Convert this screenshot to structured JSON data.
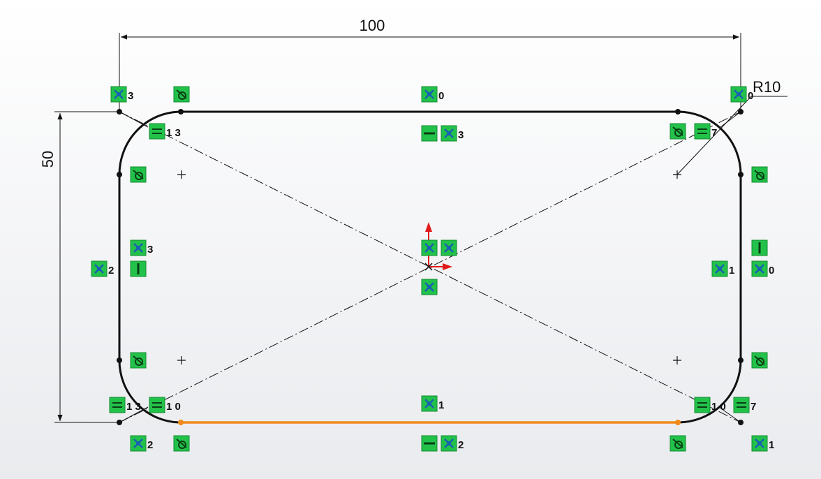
{
  "colors": {
    "geometry": "#111111",
    "selected": "#f08a1c",
    "relation_bg": "#22c24a",
    "relation_border": "#138a30",
    "axis_red": "#e01b1b"
  },
  "dimensions": {
    "width": "100",
    "height": "50",
    "radius": "R10"
  },
  "relations": {
    "tl_corner": "3",
    "tl_tangent": "1 3",
    "top_mid": "0",
    "top_mid_2": "3",
    "tr_corner": "0",
    "tr_tangent": "7",
    "left_mid": "3",
    "left_coincident": "2",
    "right_coincident": "1",
    "right_mid": "0",
    "bl_tangent_a": "1 3",
    "bl_tangent_b": "1 0",
    "bottom_mid": "1",
    "bottom_mid_2": "2",
    "br_tangent_a": "1 0",
    "br_tangent_b": "7",
    "bl_corner": "2",
    "br_corner": "1"
  },
  "icons": [
    "coincident-icon",
    "tangent-icon",
    "equal-icon",
    "horizontal-icon",
    "vertical-icon",
    "origin-icon"
  ]
}
